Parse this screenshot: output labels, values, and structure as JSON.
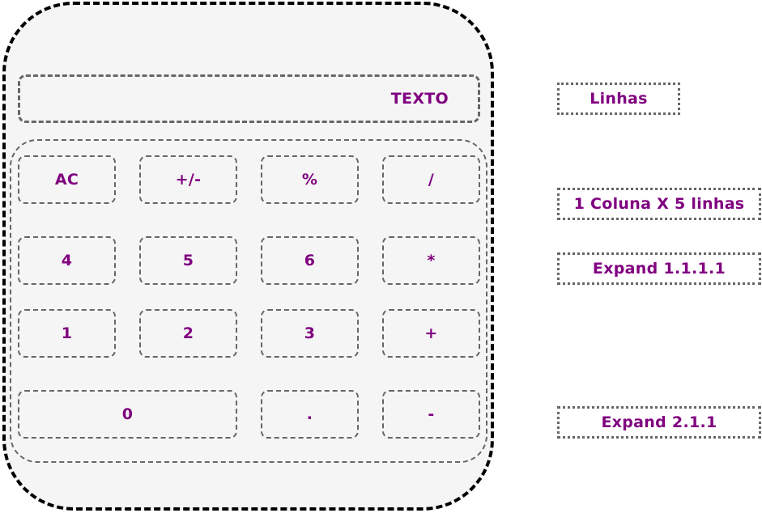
{
  "display": {
    "text": "TEXTO"
  },
  "keypad": {
    "rows": [
      [
        "AC",
        "+/-",
        "%",
        "/"
      ],
      [
        "4",
        "5",
        "6",
        "*"
      ],
      [
        "1",
        "2",
        "3",
        "+"
      ],
      [
        "0",
        ".",
        "-"
      ]
    ]
  },
  "annotations": {
    "linhas": "Linhas",
    "coluna_linhas": "1 Coluna X 5 linhas",
    "expand_1111": "Expand 1.1.1.1",
    "expand_211": "Expand 2.1.1"
  },
  "colors": {
    "text": "#800080",
    "dash": "#666666",
    "outline": "#000000",
    "fill": "#f5f5f5"
  }
}
